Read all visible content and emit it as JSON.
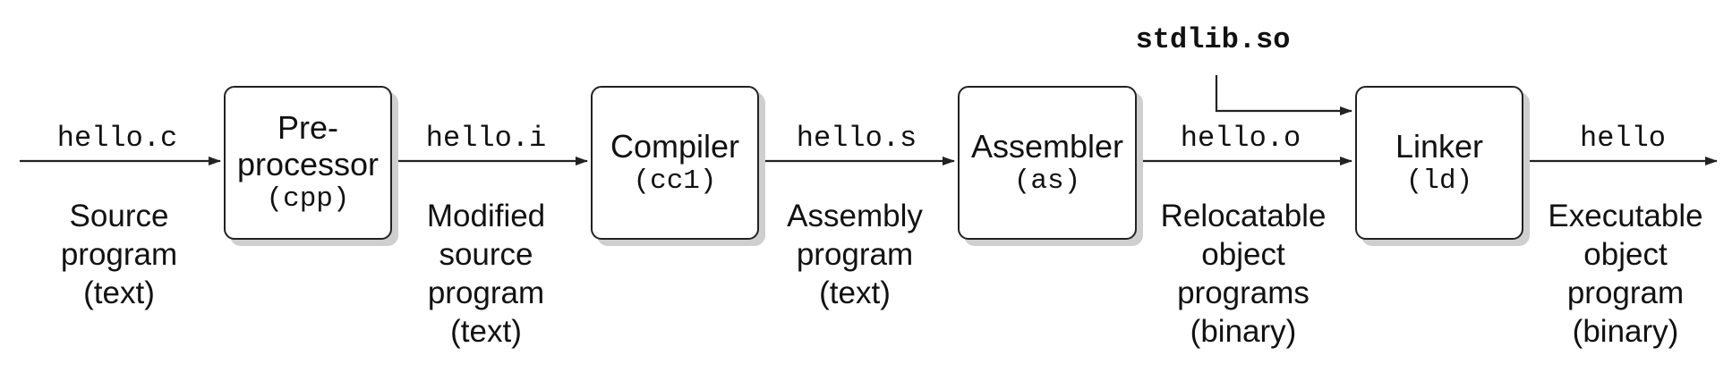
{
  "inputs": {
    "hello_c": "hello.c",
    "hello_i": "hello.i",
    "hello_s": "hello.s",
    "hello_o": "hello.o",
    "hello": "hello",
    "stdlib": "stdlib.so"
  },
  "boxes": {
    "preprocessor": {
      "line1": "Pre-",
      "line2": "processor",
      "tool": "(cpp)"
    },
    "compiler": {
      "name": "Compiler",
      "tool": "(cc1)"
    },
    "assembler": {
      "name": "Assembler",
      "tool": "(as)"
    },
    "linker": {
      "name": "Linker",
      "tool": "(ld)"
    }
  },
  "captions": {
    "source": [
      "Source",
      "program",
      "(text)"
    ],
    "modified": [
      "Modified",
      "source",
      "program",
      "(text)"
    ],
    "assembly": [
      "Assembly",
      "program",
      "(text)"
    ],
    "relocatable": [
      "Relocatable",
      "object",
      "programs",
      "(binary)"
    ],
    "executable": [
      "Executable",
      "object",
      "program",
      "(binary)"
    ]
  }
}
